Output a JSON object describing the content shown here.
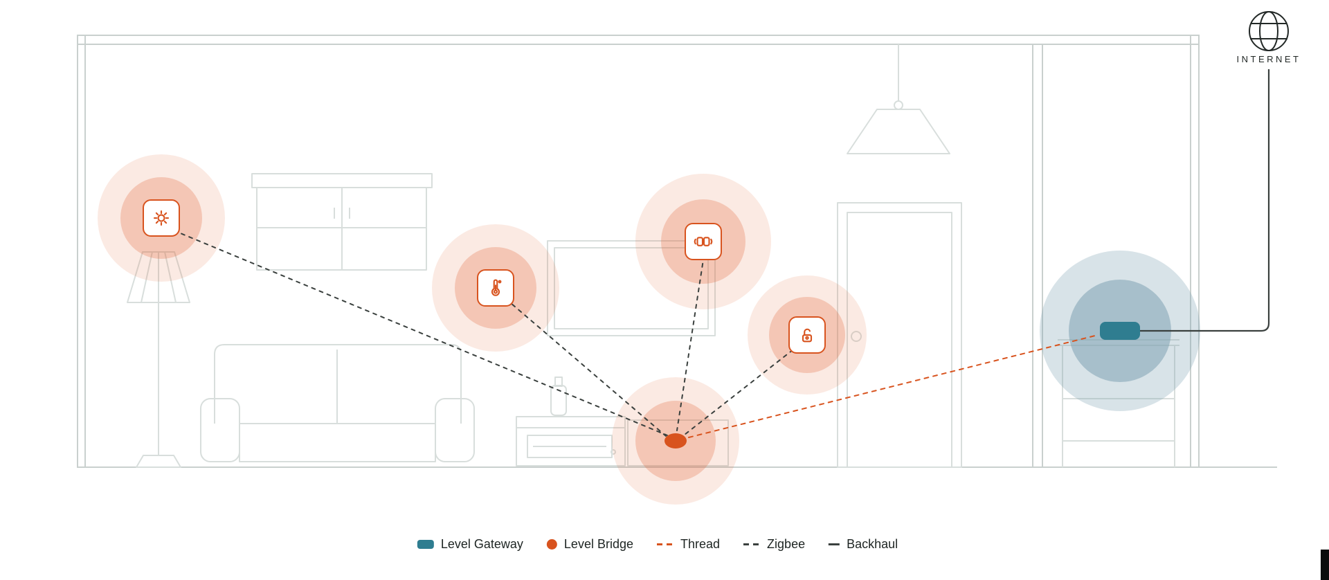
{
  "colors": {
    "accent-orange": "#D8531E",
    "halo-orange": "#E2683A",
    "accent-teal": "#2F7D90",
    "halo-teal": "#7FA3B3",
    "line-dark": "#3A403E",
    "structure": "#C9D0CE",
    "furniture": "#D8DEDC",
    "text": "#1D2422"
  },
  "internet": {
    "label": "INTERNET",
    "icon": "globe-icon"
  },
  "icons": {
    "light_device": "sun-icon",
    "thermostat_device": "thermometer-icon",
    "sensor_device": "contact-sensor-icon",
    "lock_device": "open-padlock-icon",
    "internet": "globe-icon"
  },
  "legend": {
    "items": [
      {
        "label": "Level Gateway",
        "swatch": "teal-rounded-rect"
      },
      {
        "label": "Level Bridge",
        "swatch": "orange-dot"
      },
      {
        "label": "Thread",
        "swatch": "orange-dashed-line"
      },
      {
        "label": "Zigbee",
        "swatch": "dark-dashed-line"
      },
      {
        "label": "Backhaul",
        "swatch": "dark-solid-line"
      }
    ]
  }
}
